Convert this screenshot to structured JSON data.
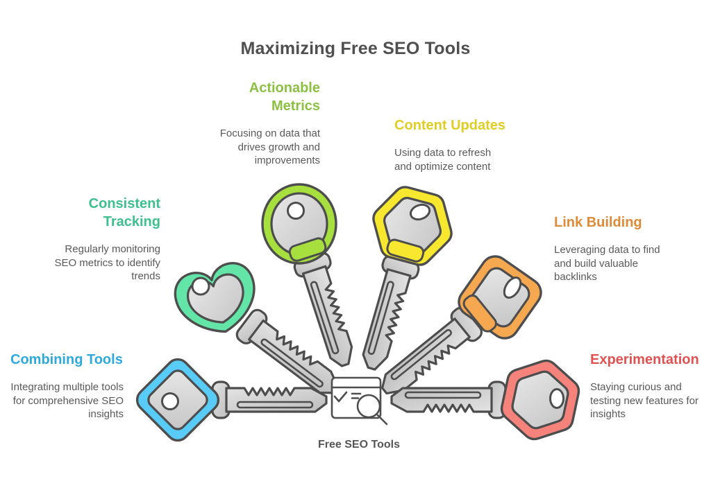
{
  "title": "Maximizing Free SEO Tools",
  "center": {
    "label": "Free SEO Tools",
    "icon": "browser-search-icon"
  },
  "items": [
    {
      "id": "actionable-metrics",
      "label": "Actionable\nMetrics",
      "description": "Focusing on data that drives growth and improvements",
      "heading_color": "#8BC043",
      "key_color": "#A7DF3E",
      "key_shape": "oval-key"
    },
    {
      "id": "content-updates",
      "label": "Content Updates",
      "description": "Using data to refresh and optimize content",
      "heading_color": "#E0CE24",
      "key_color": "#F7E72E",
      "key_shape": "hexagon-key"
    },
    {
      "id": "consistent-tracking",
      "label": "Consistent\nTracking",
      "description": "Regularly monitoring SEO metrics to identify trends",
      "heading_color": "#3EC08E",
      "key_color": "#63E5A7",
      "key_shape": "clover-key"
    },
    {
      "id": "link-building",
      "label": "Link Building",
      "description": "Leveraging data to find and build valuable backlinks",
      "heading_color": "#DE8A38",
      "key_color": "#F6A851",
      "key_shape": "rounded-square-key"
    },
    {
      "id": "combining-tools",
      "label": "Combining Tools",
      "description": "Integrating multiple tools for comprehensive SEO insights",
      "heading_color": "#2FA9DC",
      "key_color": "#58CCF6",
      "key_shape": "diamond-key"
    },
    {
      "id": "experimentation",
      "label": "Experimentation",
      "description": "Staying curious and testing new features for insights",
      "heading_color": "#E05151",
      "key_color": "#F5837B",
      "key_shape": "hexagon-key"
    }
  ]
}
